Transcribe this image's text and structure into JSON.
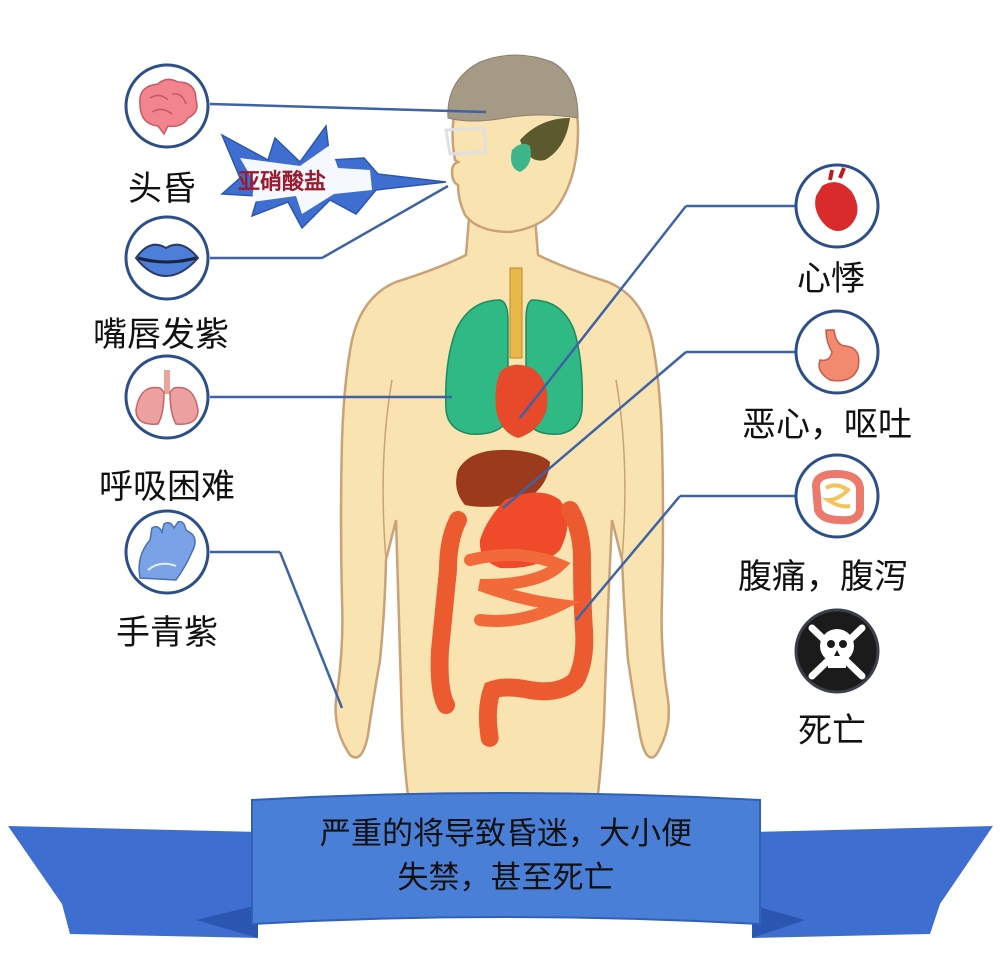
{
  "title": "",
  "center_label": "亚硝酸盐",
  "symptoms_left": [
    {
      "label": "头昏",
      "icon": "brain-icon"
    },
    {
      "label": "嘴唇发紫",
      "icon": "lips-icon"
    },
    {
      "label": "呼吸困难",
      "icon": "lungs-icon"
    },
    {
      "label": "手青紫",
      "icon": "hand-icon"
    }
  ],
  "symptoms_right": [
    {
      "label": "心悸",
      "icon": "heart-icon"
    },
    {
      "label": "恶心，呕吐",
      "icon": "stomach-icon"
    },
    {
      "label": "腹痛，腹泻",
      "icon": "intestine-icon"
    },
    {
      "label": "死亡",
      "icon": "skull-crossbones-icon"
    }
  ],
  "banner": {
    "line1": "严重的将导致昏迷，大小便",
    "line2": "失禁，甚至死亡"
  },
  "colors": {
    "body": "#f9e3b0",
    "body_outline": "#c9a277",
    "connector": "#3e63a5",
    "burst": "#3e6fd0",
    "banner": "#4a7fd8",
    "lungs": "#2fb985",
    "organs_red": "#e64a2a"
  }
}
